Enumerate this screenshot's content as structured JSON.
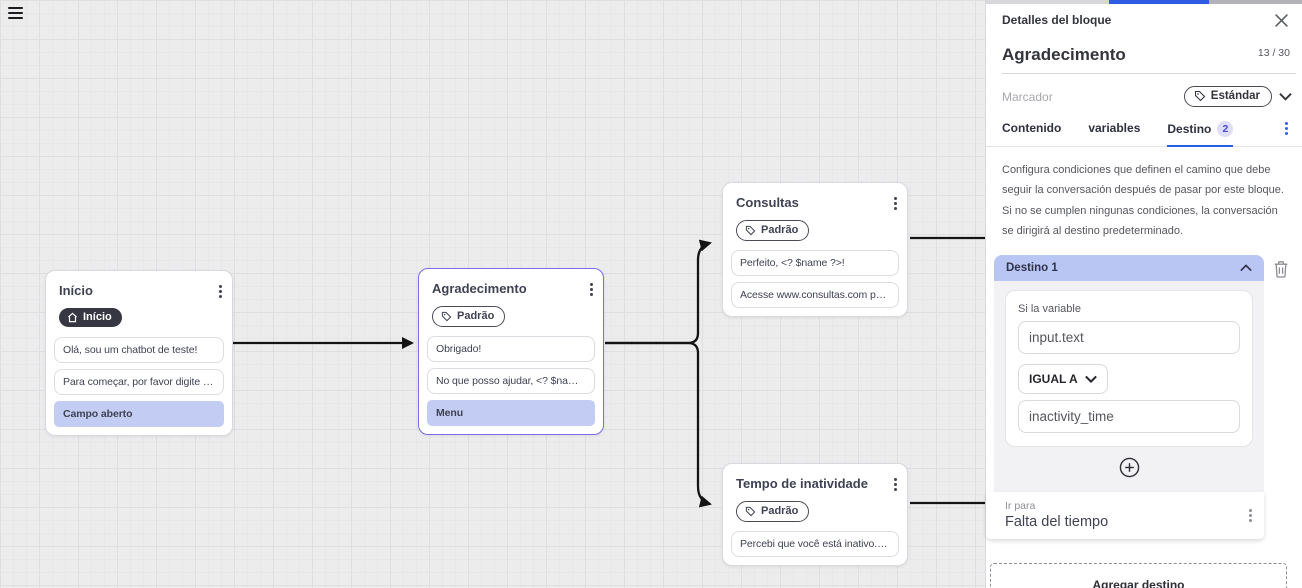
{
  "canvas": {
    "nodes": [
      {
        "title": "Início",
        "badge_label": "Início",
        "messages": [
          {
            "text": "Olá, sou um chatbot de teste!",
            "highlight": false
          },
          {
            "text": "Para começar, por favor digite o ...",
            "highlight": false
          },
          {
            "text": "Campo aberto",
            "highlight": true
          }
        ]
      },
      {
        "title": "Agradecimento",
        "badge_label": "Padrão",
        "messages": [
          {
            "text": "Obrigado!",
            "highlight": false
          },
          {
            "text": "No que posso ajudar, <? $name ...",
            "highlight": false
          },
          {
            "text": "Menu",
            "highlight": true
          }
        ]
      },
      {
        "title": "Consultas",
        "badge_label": "Padrão",
        "messages": [
          {
            "text": "Perfeito, <? $name ?>!",
            "highlight": false
          },
          {
            "text": "Acesse www.consultas.com par...",
            "highlight": false
          }
        ]
      },
      {
        "title": "Tempo de inatividade",
        "badge_label": "Padrão",
        "messages": [
          {
            "text": "Percebi que você está inativo. C...",
            "highlight": false
          }
        ]
      }
    ]
  },
  "panel": {
    "header_title": "Detalles del bloque",
    "block_name": "Agradecimento",
    "char_counter": "13 / 30",
    "marker_label": "Marcador",
    "marker_selected": "Estándar",
    "tabs": {
      "contenido": "Contenido",
      "variables": "variables",
      "destino": "Destino",
      "destino_count": "2"
    },
    "description": "Configura condiciones que definen el camino que debe seguir la conversación después de pasar por este bloque. Si no se cumplen ningunas condiciones, la conversación se dirigirá al destino predeterminado.",
    "destination": {
      "title": "Destino 1",
      "condition_label": "Si la variable",
      "variable_value": "input.text",
      "operator": "IGUAL A",
      "compare_value": "inactivity_time",
      "goto_label": "Ir para",
      "goto_value": "Falta del tiempo"
    },
    "add_destination_label": "Agregar destino"
  },
  "colors": {
    "accent_blue": "#2b5ce6",
    "selected_node_border": "#7b6cf0",
    "highlight_row": "#c3cdf3",
    "destination_header": "#b9c6f3",
    "dark_badge": "#363743",
    "canvas_background": "#ececec"
  }
}
